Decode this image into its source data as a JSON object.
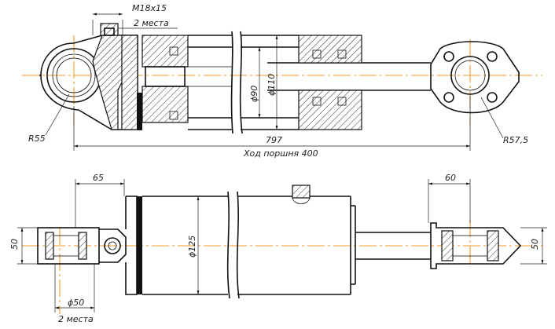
{
  "annotations": {
    "thread": "M18x15",
    "thread_count": "2 места",
    "radius_left": "R55",
    "radius_right": "R57,5",
    "bore_inner": "ϕ90",
    "bore_outer": "ϕ110",
    "overall_length": "797",
    "stroke_label": "Ход поршня 400",
    "left_eye_length": "65",
    "right_eye_length": "60",
    "left_width": "50",
    "right_width": "50",
    "tube_diameter": "ϕ125",
    "pin_diameter": "ϕ50",
    "pin_count": "2 места"
  },
  "colors": {
    "axis": "#f09a2b",
    "line": "#111111"
  }
}
